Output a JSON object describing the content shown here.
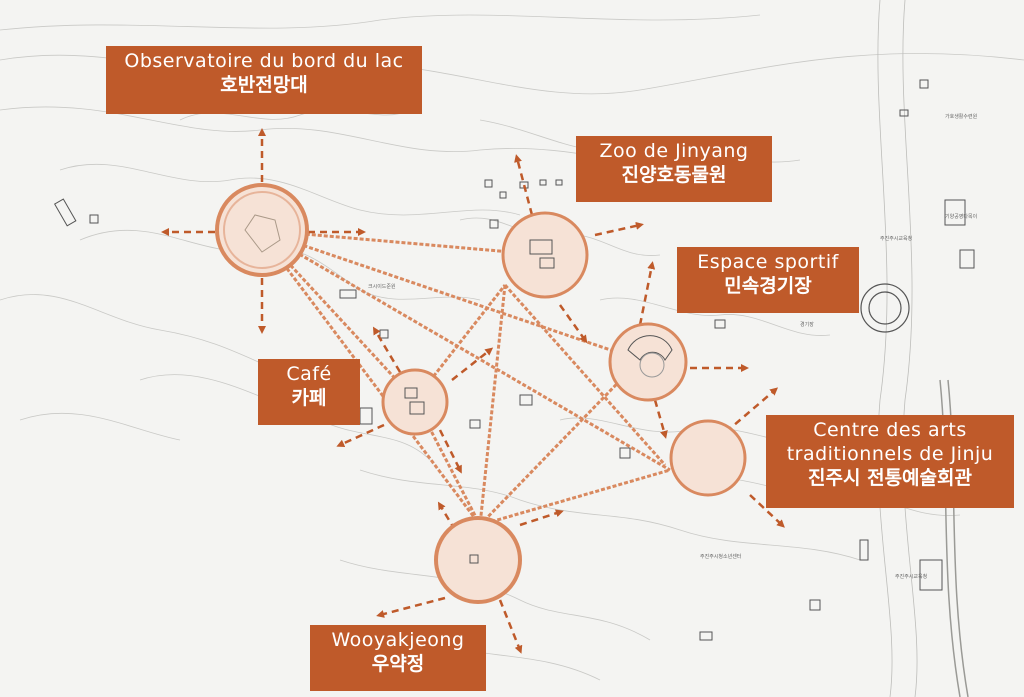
{
  "map": {
    "accent_color": "#bf5a2a",
    "circle_color": "#e2a88c",
    "labels": [
      {
        "id": "observatoire",
        "fr": "Observatoire du bord du lac",
        "ko": "호반전망대"
      },
      {
        "id": "zoo",
        "fr": "Zoo de Jinyang",
        "ko": "진양호동물원"
      },
      {
        "id": "sport",
        "fr": "Espace sportif",
        "ko": "민속경기장"
      },
      {
        "id": "cafe",
        "fr": "Café",
        "ko": "카페"
      },
      {
        "id": "centre",
        "fr": "Centre des arts traditionnels de Jinju",
        "ko": "진주시 전통예술회관"
      },
      {
        "id": "wooyak",
        "fr": "Wooyakjeong",
        "ko": "우약정"
      }
    ]
  }
}
